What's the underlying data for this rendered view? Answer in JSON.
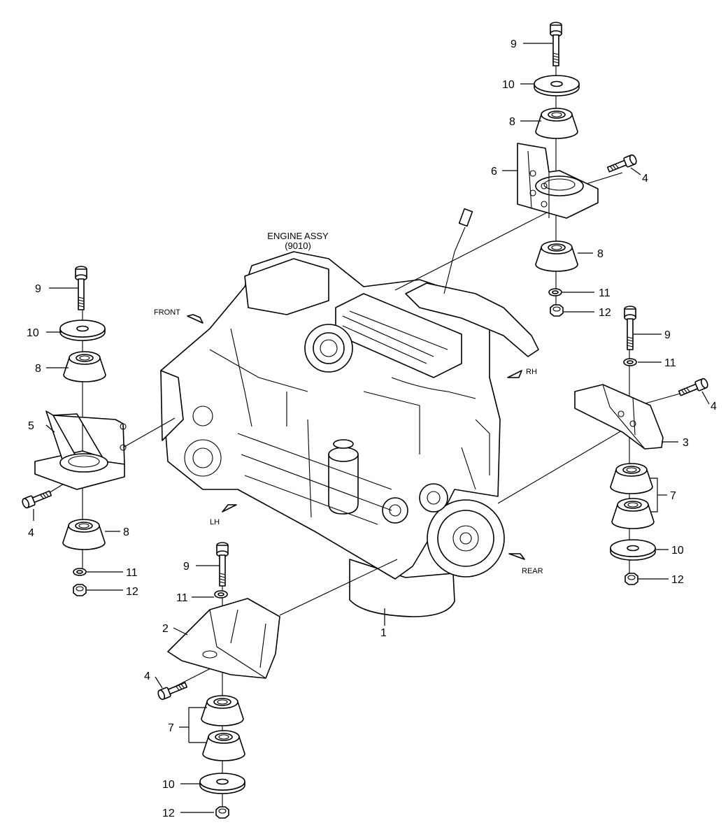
{
  "engine": {
    "title": "ENGINE ASSY",
    "code": "(9010)"
  },
  "directions": {
    "front": "FRONT",
    "rh": "RH",
    "lh": "LH",
    "rear": "REAR"
  },
  "callouts": {
    "c1": "1",
    "c2": "2",
    "c3": "3",
    "c4": "4",
    "c5": "5",
    "c6": "6",
    "c7": "7",
    "c8": "8",
    "c9": "9",
    "c10": "10",
    "c11": "11",
    "c12": "12"
  }
}
